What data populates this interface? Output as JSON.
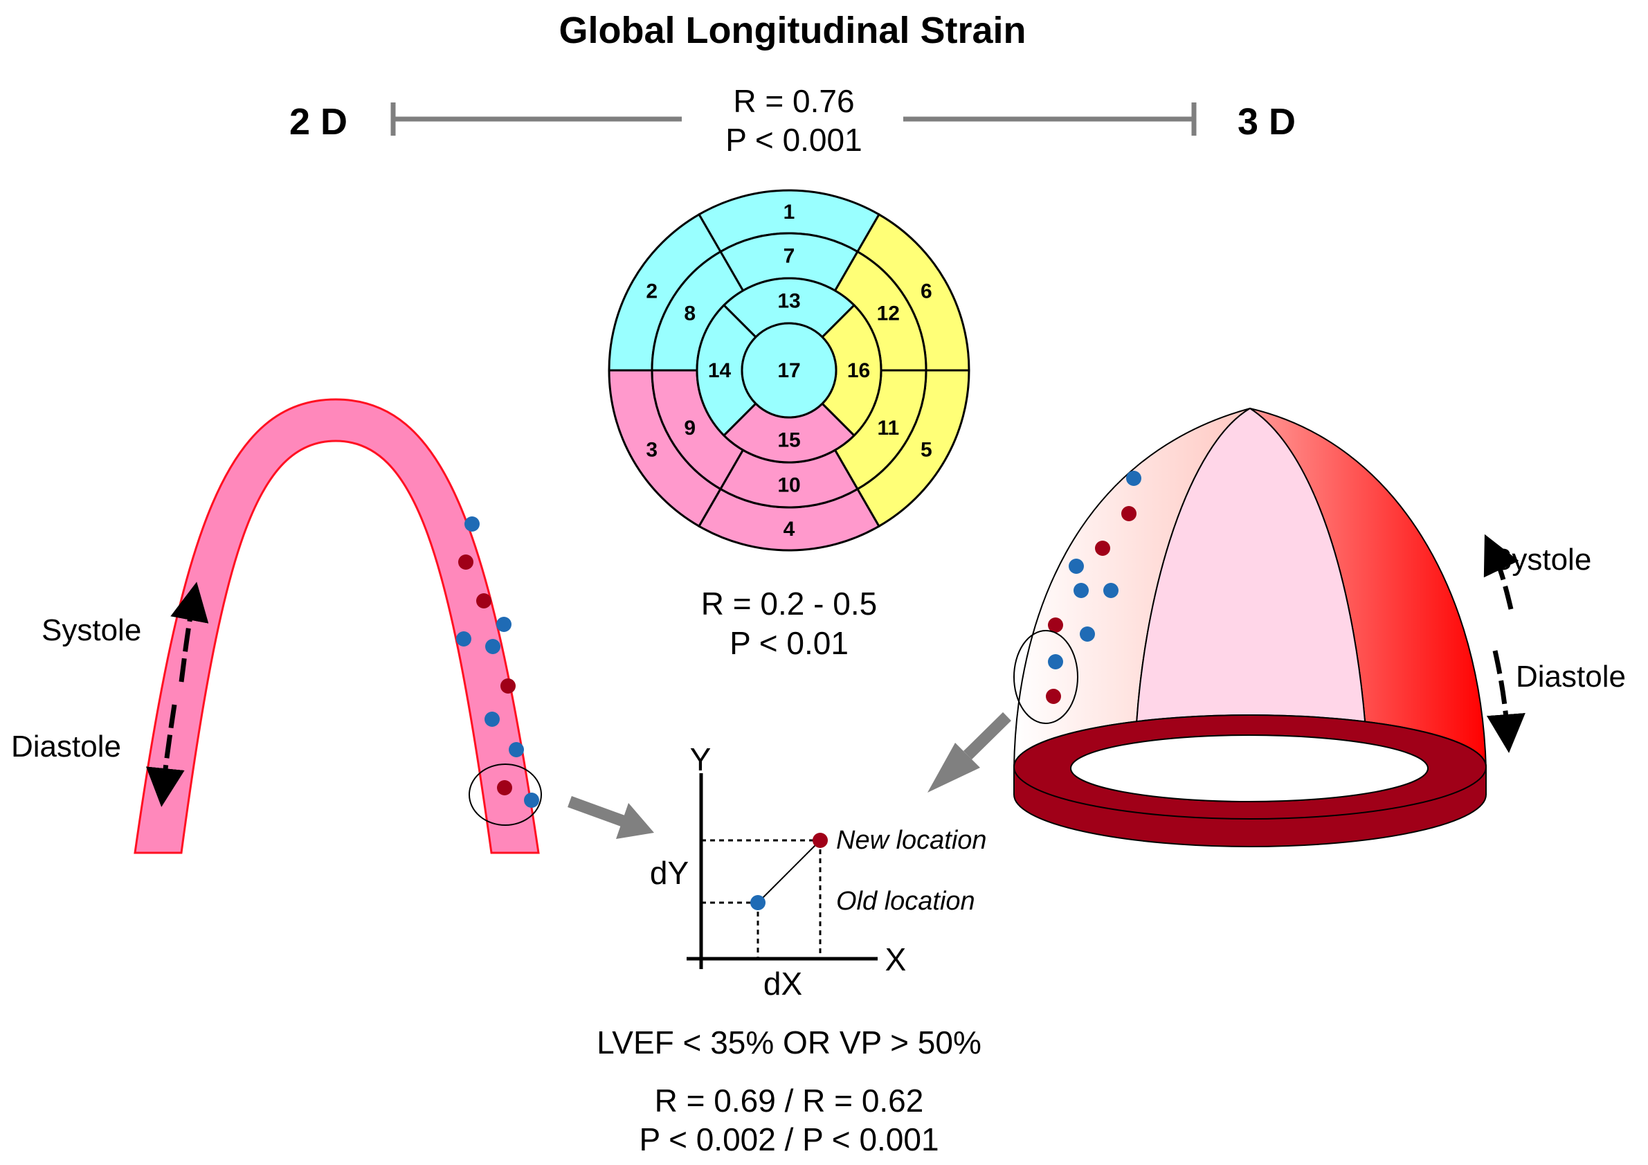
{
  "title": "Global Longitudinal Strain",
  "top": {
    "left_label": "2 D",
    "right_label": "3 D",
    "r_text": "R = 0.76",
    "p_text": "P < 0.001"
  },
  "bullseye": {
    "colors": {
      "cyan": "#99ffff",
      "yellow": "#ffff77",
      "pink": "#ff99cc"
    },
    "segments": [
      "1",
      "2",
      "3",
      "4",
      "5",
      "6",
      "7",
      "8",
      "9",
      "10",
      "11",
      "12",
      "13",
      "14",
      "15",
      "16",
      "17"
    ],
    "r_text": "R = 0.2 - 0.5",
    "p_text": "P < 0.01"
  },
  "left_view": {
    "systole_label": "Systole",
    "diastole_label": "Diastole"
  },
  "right_view": {
    "systole_label": "Systole",
    "diastole_label": "Diastole"
  },
  "inset": {
    "y_label": "Y",
    "x_label": "X",
    "dy_label": "dY",
    "dx_label": "dX",
    "new_location": "New location",
    "old_location": "Old location"
  },
  "bottom": {
    "condition": "LVEF < 35% OR VP > 50%",
    "r_text": "R = 0.69 / R = 0.62",
    "p_text": "P < 0.002 / P < 0.001"
  },
  "colors": {
    "marker_red": "#a00018",
    "marker_blue": "#1f6bb5",
    "arch_fill": "#ff88bb",
    "arch_stroke": "#ff1122",
    "arrow_gray": "#808080"
  }
}
